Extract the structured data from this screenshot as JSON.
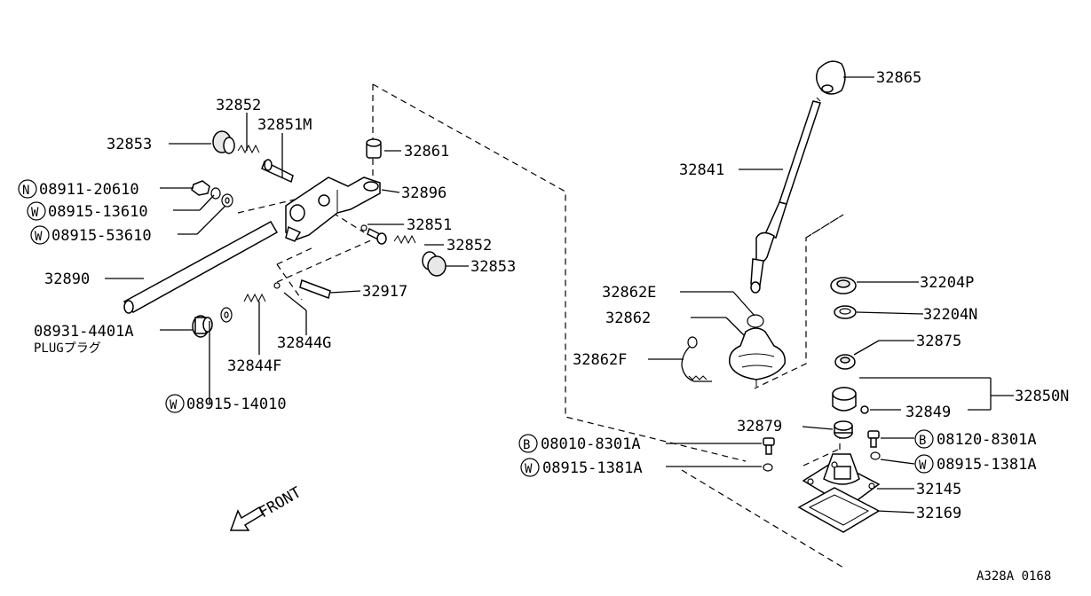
{
  "labels": {
    "p32865": "32865",
    "p32841": "32841",
    "p32852_top": "32852",
    "p32851m": "32851M",
    "p32853_top": "32853",
    "p32861": "32861",
    "p08911": "08911-20610",
    "p08915_13610": "08915-13610",
    "p08915_53610": "08915-53610",
    "p32896": "32896",
    "p32851": "32851",
    "p32852_mid": "32852",
    "p32853_mid": "32853",
    "p32890": "32890",
    "p32917": "32917",
    "p08931": "08931-4401A",
    "plug": "PLUGプラグ",
    "p32844g": "32844G",
    "p32844f": "32844F",
    "p08915_14010": "08915-14010",
    "p32204p": "32204P",
    "p32204n": "32204N",
    "p32862e": "32862E",
    "p32862": "32862",
    "p32875": "32875",
    "p32862f": "32862F",
    "p32850n": "32850N",
    "p32849": "32849",
    "p32879": "32879",
    "p08010": "08010-8301A",
    "p08120": "08120-8301A",
    "p08915_1381a_l": "08915-1381A",
    "p08915_1381a_r": "08915-1381A",
    "p32145": "32145",
    "p32169": "32169",
    "front": "FRONT",
    "code": "A328A 0168"
  },
  "markers": {
    "n": "N",
    "w": "W",
    "b": "B"
  }
}
